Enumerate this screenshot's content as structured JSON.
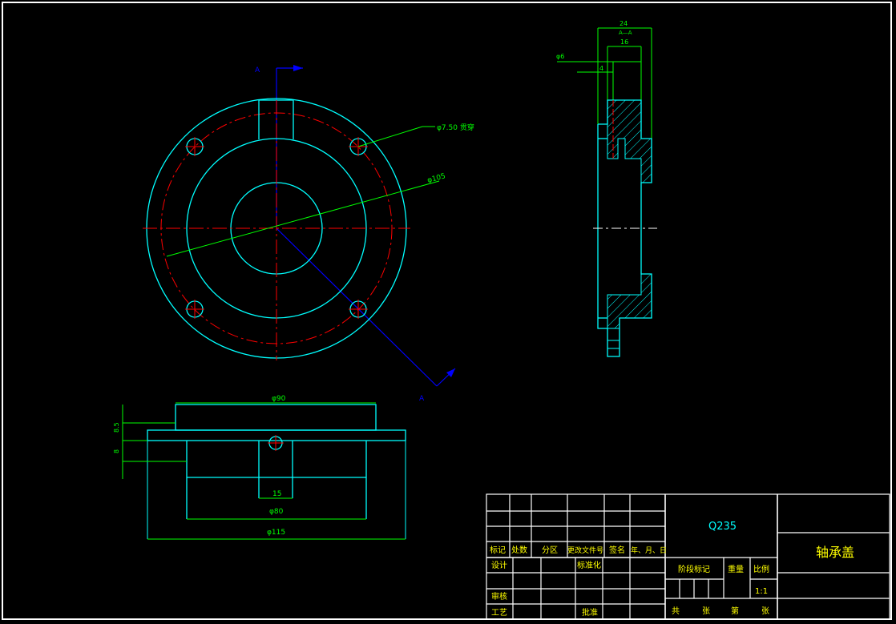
{
  "colors": {
    "background": "#000000",
    "outline": "#00FFFF",
    "centerline": "#FF0000",
    "dimension": "#00FF00",
    "axis": "#0000FF",
    "title_block": "#FFFFFF",
    "title_text": "#FFFF00",
    "material_text": "#00FFFF"
  },
  "dims": {
    "hole_callout": "φ7.50 贯穿",
    "pcd": "φ105",
    "dia90": "φ90",
    "dia80": "φ80",
    "dia115": "φ115",
    "w15": "15",
    "left_a": "8.5",
    "left_b": "8",
    "side_24": "24",
    "side_section": "A—A",
    "side_16": "16",
    "side_d6": "φ6",
    "side_4": "4",
    "axis_a_top": "A",
    "axis_a_bottom": "A"
  },
  "title_block": {
    "material": "Q235",
    "part_name": "轴承盖",
    "headers": [
      "标记",
      "处数",
      "分区",
      "更改文件号",
      "签名",
      "年、月、日"
    ],
    "design": "设计",
    "standardize": "标准化",
    "review": "审核",
    "process": "工艺",
    "approve": "批准",
    "stage_mark": "阶段标记",
    "weight": "重量",
    "scale": "比例",
    "scale_value": "1:1",
    "total": "共",
    "sheet": "张",
    "page": "第",
    "sheet2": "张"
  }
}
